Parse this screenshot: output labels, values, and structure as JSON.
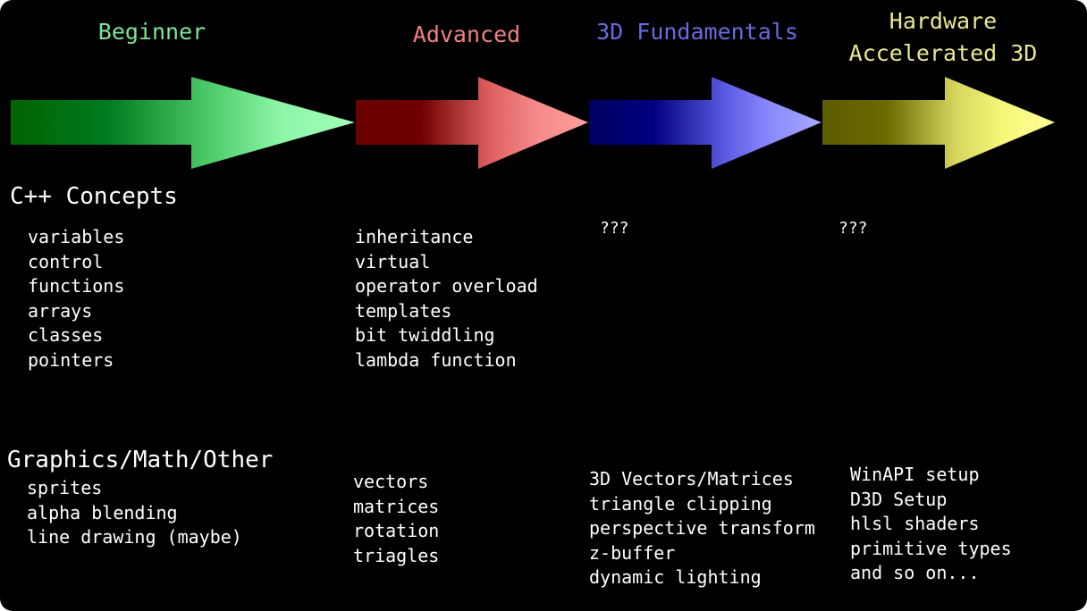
{
  "stages": [
    {
      "id": "beginner",
      "title": "Beginner",
      "color": "#7fe39a",
      "gradient": [
        "#006400",
        "#007a1e",
        "#4ecb6a",
        "#8cf5a6",
        "#a4ffb8"
      ]
    },
    {
      "id": "advanced",
      "title": "Advanced",
      "color": "#f08080",
      "gradient": [
        "#6b0000",
        "#700000",
        "#e06060",
        "#f58a8a",
        "#ff9f9f"
      ]
    },
    {
      "id": "3d-fundamentals",
      "title": "3D Fundamentals",
      "color": "#6a6ae0",
      "gradient": [
        "#000060",
        "#000080",
        "#5a5ae0",
        "#8a8aff",
        "#a8a8ff"
      ]
    },
    {
      "id": "hardware-accelerated-3d",
      "title_lines": [
        "Hardware",
        "Accelerated 3D"
      ],
      "color": "#e8e890",
      "gradient": [
        "#5c5c00",
        "#6b6b00",
        "#d8d860",
        "#f7f77a",
        "#ffff99"
      ]
    }
  ],
  "sections": {
    "cpp": {
      "heading": "C++ Concepts",
      "beginner": [
        "variables",
        "control",
        "functions",
        "arrays",
        "classes",
        "pointers"
      ],
      "advanced": [
        "inheritance",
        "virtual",
        "operator overload",
        "templates",
        "bit twiddling",
        "lambda function"
      ],
      "fundamentals": "???",
      "hardware": "???"
    },
    "graphics": {
      "heading": "Graphics/Math/Other",
      "beginner": [
        "sprites",
        "alpha blending",
        "line drawing (maybe)"
      ],
      "advanced": [
        "vectors",
        "matrices",
        "rotation",
        "triagles"
      ],
      "fundamentals": [
        "3D Vectors/Matrices",
        "triangle clipping",
        "perspective transform",
        "z-buffer",
        "dynamic lighting"
      ],
      "hardware": [
        "WinAPI setup",
        "D3D Setup",
        "hlsl shaders",
        "primitive types",
        "and so on..."
      ]
    }
  }
}
